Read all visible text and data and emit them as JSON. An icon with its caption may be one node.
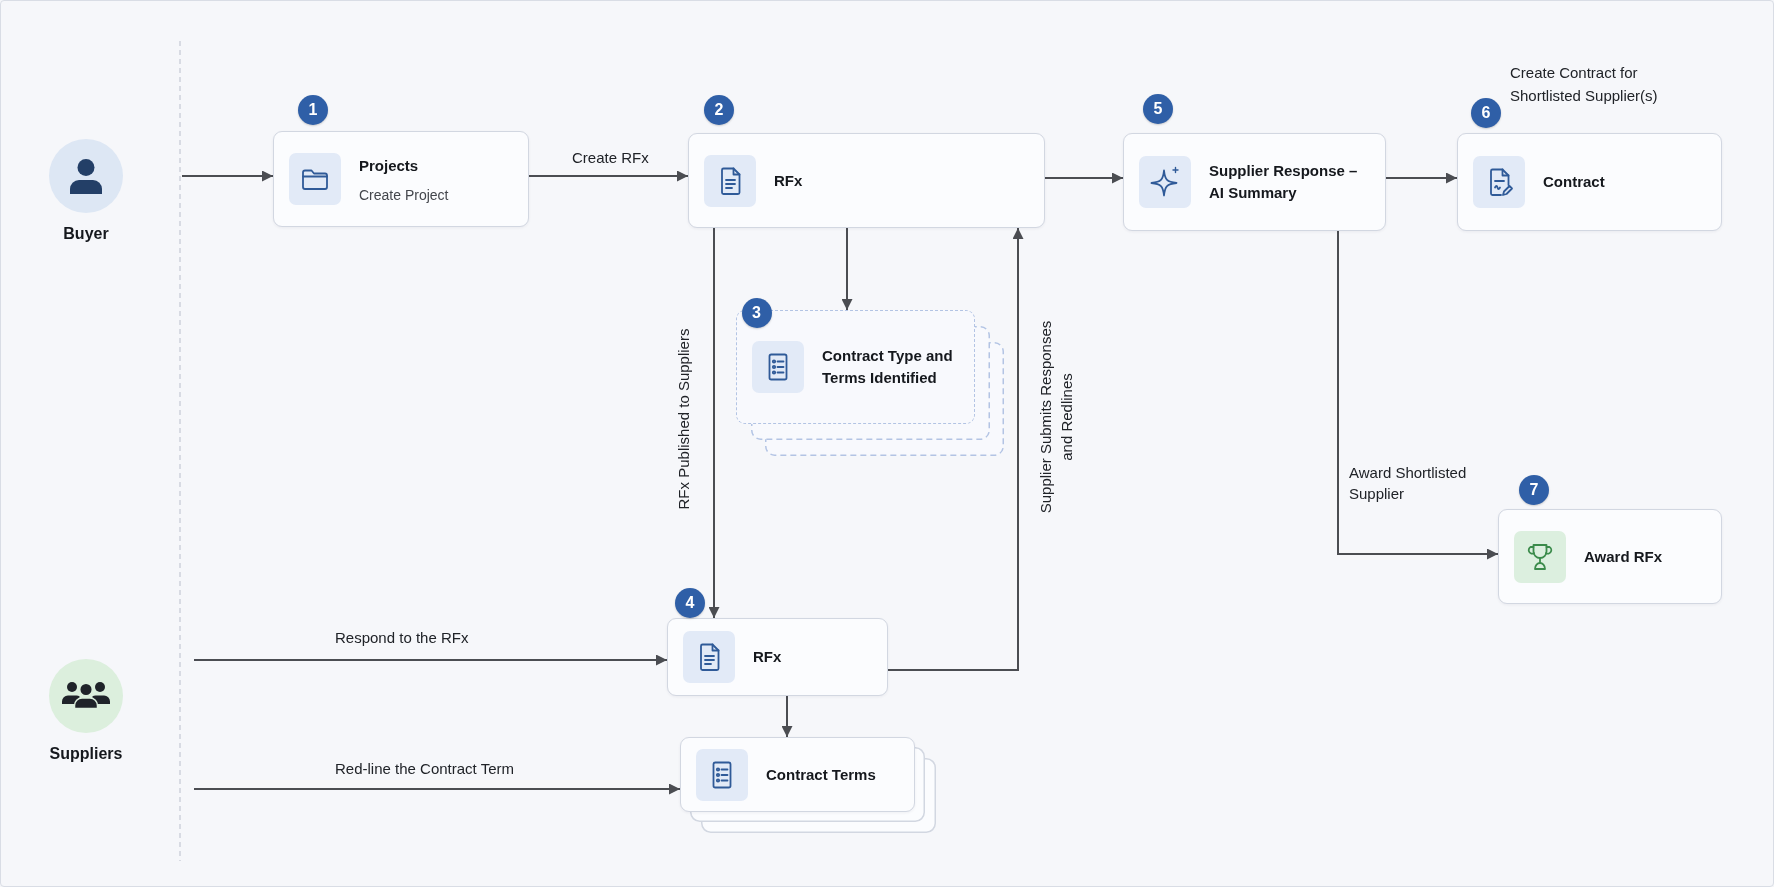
{
  "diagram": {
    "nodes": [
      {
        "text": [
          "Buyer"
        ]
      },
      {
        "text": [
          "Projects",
          "Create Project"
        ],
        "beside": [
          "1"
        ]
      },
      {
        "text": [
          "RFx"
        ],
        "beside": [
          "2"
        ]
      },
      {
        "text": [
          "Supplier Response – AI Summary"
        ],
        "beside": [
          "5"
        ]
      },
      {
        "text": [
          "Contract"
        ],
        "beside": [
          "6",
          "Create Contract for Shortlisted Supplier(s)"
        ]
      },
      {
        "text": [
          "3",
          "Contract Type and Terms Identified"
        ]
      },
      {
        "text": [
          "Award RFx"
        ],
        "beside": [
          "7"
        ]
      },
      {
        "text": [
          "Suppliers"
        ]
      },
      {
        "text": [
          "RFx"
        ],
        "beside": [
          "4"
        ]
      },
      {
        "text": [
          "Contract Terms"
        ]
      }
    ],
    "edges": [
      {
        "from": null,
        "to": 1,
        "arrow": "to"
      },
      {
        "from": 1,
        "to": 2,
        "label": "Create RFx",
        "arrow": "to"
      },
      {
        "from": 2,
        "to": 3,
        "arrow": "to"
      },
      {
        "from": 3,
        "to": 4,
        "arrow": "to"
      },
      {
        "from": 2,
        "to": 5,
        "arrow": "to"
      },
      {
        "from": 2,
        "to": 8,
        "label": "RFx Published to Suppliers",
        "arrow": "to"
      },
      {
        "from": 8,
        "to": 2,
        "label": "Supplier Submits Responses and Redlines",
        "arrow": "to"
      },
      {
        "from": 3,
        "to": 6,
        "label": "Award Shortlisted Supplier",
        "arrow": "to"
      },
      {
        "from": null,
        "to": 8,
        "label": "Respond to the RFx",
        "arrow": "to"
      },
      {
        "from": 8,
        "to": 9,
        "arrow": "to"
      },
      {
        "from": null,
        "to": 9,
        "label": "Red-line the Contract Term",
        "arrow": "to"
      }
    ]
  }
}
